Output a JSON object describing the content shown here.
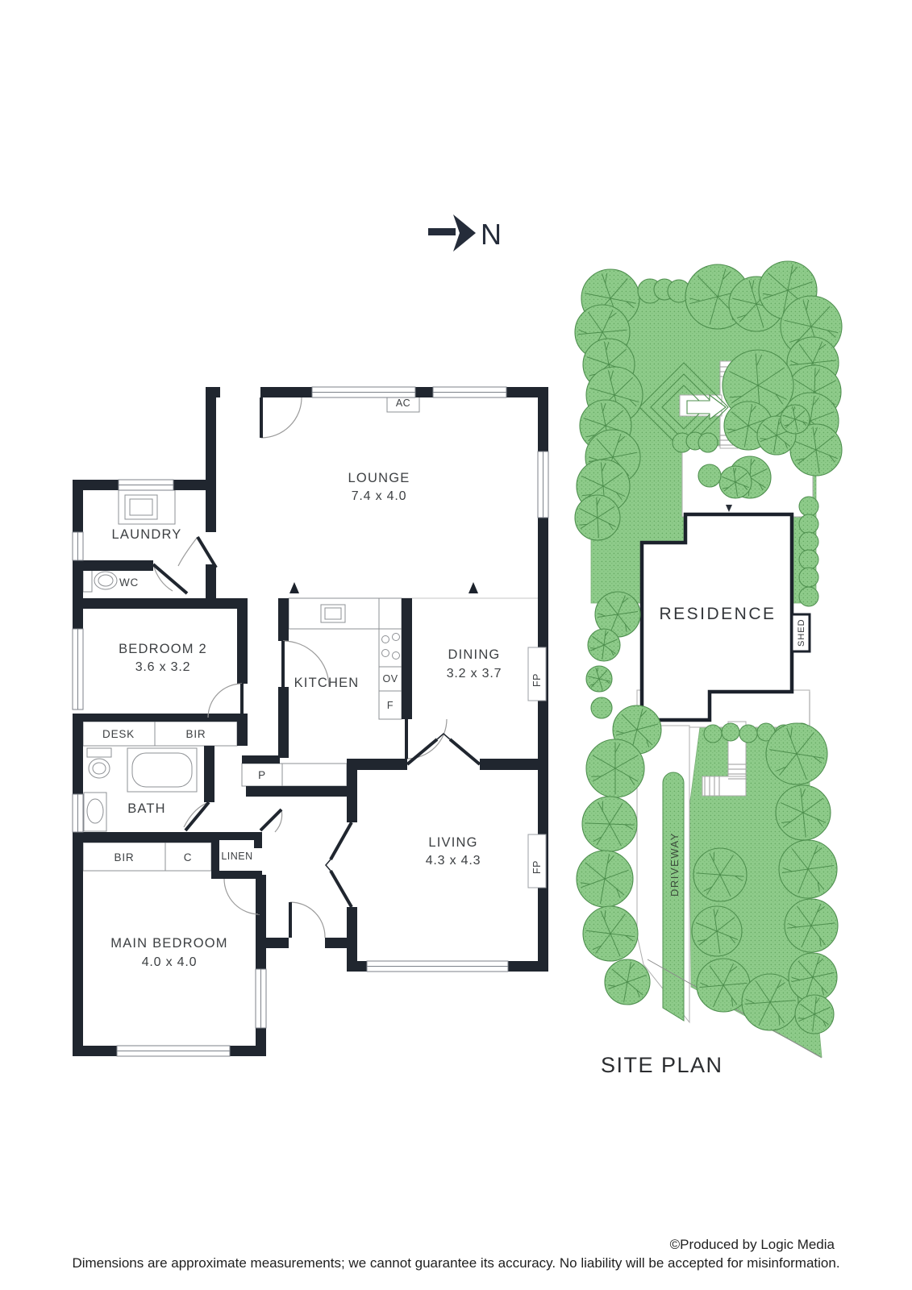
{
  "compass": {
    "north_label": "N"
  },
  "floor_plan": {
    "rooms": {
      "lounge": {
        "label": "LOUNGE",
        "dims": "7.4 x 4.0"
      },
      "laundry": {
        "label": "LAUNDRY"
      },
      "wc": {
        "label": "WC"
      },
      "bedroom2": {
        "label": "BEDROOM 2",
        "dims": "3.6 x 3.2"
      },
      "kitchen": {
        "label": "KITCHEN"
      },
      "dining": {
        "label": "DINING",
        "dims": "3.2 x 3.7"
      },
      "bath": {
        "label": "BATH"
      },
      "living": {
        "label": "LIVING",
        "dims": "4.3 x 4.3"
      },
      "main_bedroom": {
        "label": "MAIN BEDROOM",
        "dims": "4.0 x 4.0"
      }
    },
    "features": {
      "ac": "AC",
      "oven": "OV",
      "fridge": "F",
      "pantry": "P",
      "fireplace_dining": "FP",
      "fireplace_living": "FP",
      "desk": "DESK",
      "bir_bedroom2": "BIR",
      "bir_main": "BIR",
      "cupboard": "C",
      "linen": "LINEN"
    }
  },
  "site_plan": {
    "residence_label": "RESIDENCE",
    "shed_label": "SHED",
    "driveway_label": "DRIVEWAY",
    "title": "SITE PLAN"
  },
  "footer": {
    "credit": "©Produced by Logic Media",
    "disclaimer": "Dimensions are approximate measurements; we cannot guarantee its accuracy. No liability will be accepted for misinformation."
  },
  "colors": {
    "wall": "#20262f",
    "garden_fill": "#8ecb8a",
    "garden_stroke": "#4e8f4e",
    "text": "#3d4043"
  }
}
